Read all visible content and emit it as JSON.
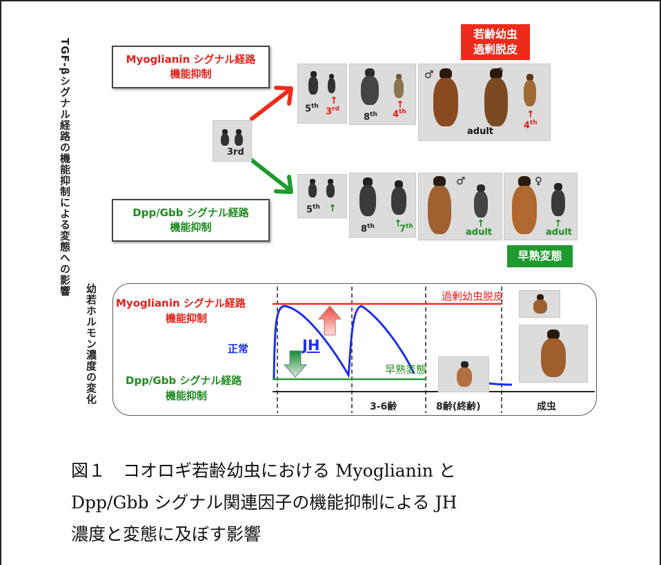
{
  "top_vertical_label": "TGF-βシグナル経路の機能抑制による変態への影響",
  "bottom_vertical_label": "幼若ホルモン濃度の変化",
  "myo_box": {
    "line1": "Myoglianin シグナル経路",
    "line2": "機能抑制"
  },
  "dpp_box": {
    "line1": "Dpp/Gbb シグナル経路",
    "line2": "機能抑制"
  },
  "start_label": "3rd",
  "red_tag": {
    "line1": "若齢幼虫",
    "line2": "過剰脱皮"
  },
  "green_tag": "早熟変態",
  "top_row": {
    "p1_left": "5th",
    "p1_right": "3rd",
    "p2_left": "8th",
    "p2_right": "4th",
    "p3_male": "♂",
    "p3_female": "♀",
    "p3_adult": "adult",
    "p3_right": "4th"
  },
  "bottom_row": {
    "p1_left": "5th",
    "p2_left": "8th",
    "p2_right": "7th",
    "p3_male": "♂",
    "p3_adult": "adult",
    "p4_female": "♀",
    "p4_adult": "adult"
  },
  "chart": {
    "myo_line1": "Myoglianin シグナル経路",
    "myo_line2": "機能抑制",
    "dpp_line1": "Dpp/Gbb シグナル経路",
    "dpp_line2": "機能抑制",
    "normal": "正常",
    "jh": "JH",
    "excess_label": "過剰幼虫脱皮",
    "precocious_label": "早熟変態",
    "stage1": "3-6齢",
    "stage2": "8齢(終齢)",
    "stage3": "成虫"
  },
  "caption": {
    "line1": "図１　コオロギ若齢幼虫における Myoglianin と",
    "line2": "Dpp/Gbb シグナル関連因子の機能抑制による JH",
    "line3": "濃度と変態に及ぼす影響"
  },
  "colors": {
    "red": "#e3201b",
    "green": "#1f8a1f",
    "blue": "#1a2ee6"
  }
}
